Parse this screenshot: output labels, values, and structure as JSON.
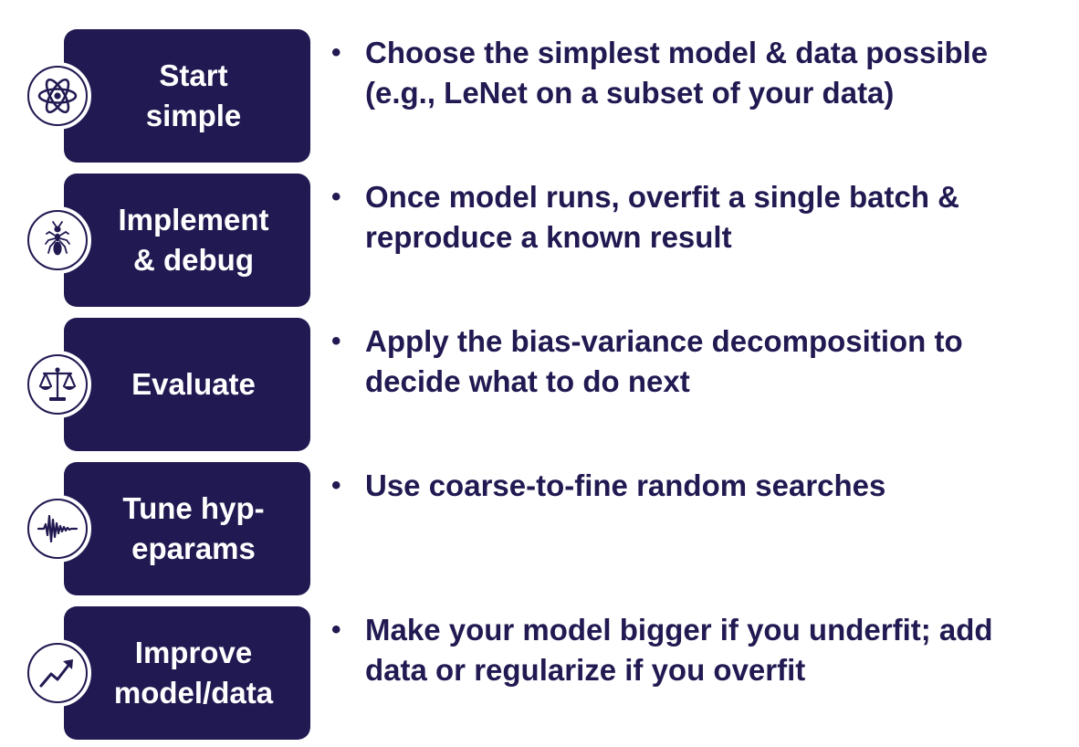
{
  "steps": [
    {
      "label": "Start\nsimple",
      "icon": "atom-icon",
      "text": "Choose the simplest model & data possible\n(e.g., LeNet on a subset of your data)"
    },
    {
      "label": "Implement\n& debug",
      "icon": "ant-bug-icon",
      "text": "Once model runs, overfit a single batch &\nreproduce a known result"
    },
    {
      "label": "Evaluate",
      "icon": "scales-icon",
      "text": "Apply the bias-variance decomposition to\ndecide what to do next"
    },
    {
      "label": "Tune hyp-\neparams",
      "icon": "waveform-icon",
      "text": "Use coarse-to-fine random searches"
    },
    {
      "label": "Improve\nmodel/data",
      "icon": "trend-up-icon",
      "text": "Make your model bigger if you underfit; add\ndata or regularize if you overfit"
    }
  ],
  "bullet_char": "•",
  "colors": {
    "box": "#211a52",
    "text": "#211a52",
    "background": "#ffffff"
  }
}
